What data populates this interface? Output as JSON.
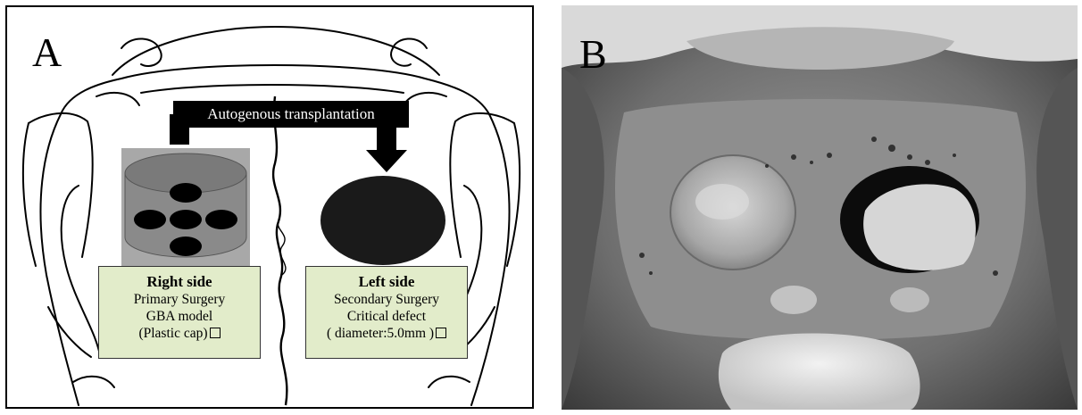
{
  "panel_a": {
    "letter": "A",
    "transplant_label": "Autogenous transplantation",
    "right_side": {
      "title": "Right side",
      "lines": [
        "Primary Surgery",
        "GBA model",
        "(Plastic cap)"
      ]
    },
    "left_side": {
      "title": "Left side",
      "lines": [
        "Secondary Surgery",
        "Critical defect",
        "( diameter:5.0mm )"
      ]
    }
  },
  "panel_b": {
    "letter": "B"
  },
  "colors": {
    "label_box_fill": "#e2ecca",
    "cap_fill": "#7a7a7a",
    "hole_fill": "#000000",
    "defect_fill": "#1a1a1a"
  }
}
